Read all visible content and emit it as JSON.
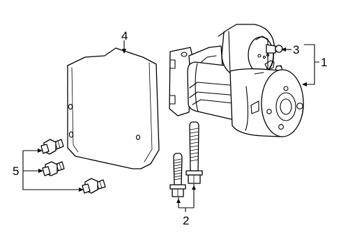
{
  "diagram": {
    "callouts": [
      {
        "id": "1",
        "text": "1"
      },
      {
        "id": "2",
        "text": "2"
      },
      {
        "id": "3",
        "text": "3"
      },
      {
        "id": "4",
        "text": "4"
      },
      {
        "id": "5",
        "text": "5"
      }
    ],
    "parts": [
      {
        "callout": "1",
        "name": "starter-motor"
      },
      {
        "callout": "2",
        "name": "mounting-bolts"
      },
      {
        "callout": "3",
        "name": "solenoid-terminal-nut"
      },
      {
        "callout": "4",
        "name": "heat-shield"
      },
      {
        "callout": "5",
        "name": "shield-bolts"
      }
    ],
    "colors": {
      "line": "#000000",
      "background": "#ffffff"
    }
  }
}
